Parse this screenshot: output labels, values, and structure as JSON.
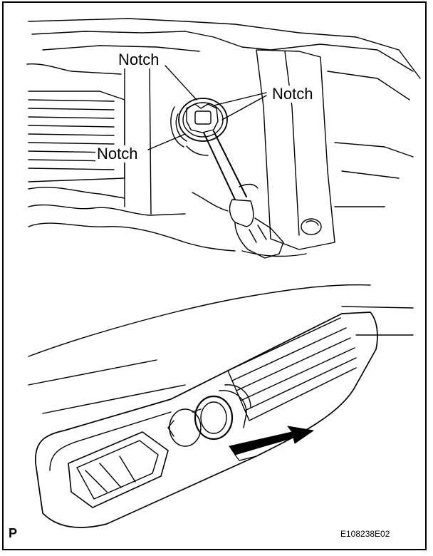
{
  "labels": {
    "notch_top": "Notch",
    "notch_right": "Notch",
    "notch_left": "Notch"
  },
  "corner": {
    "section_mark": "P",
    "figure_id": "E108238E02"
  }
}
